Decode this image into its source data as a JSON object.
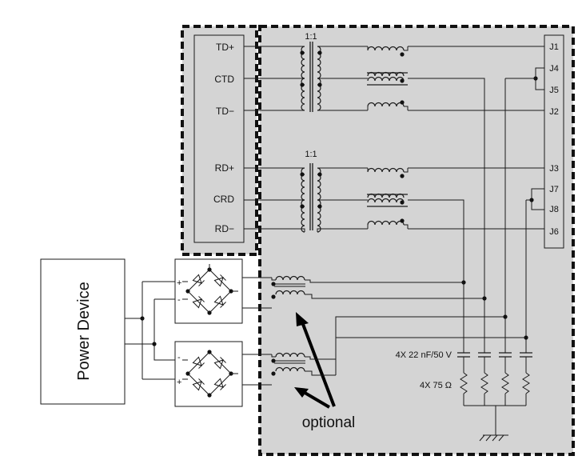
{
  "title": "",
  "phy": {
    "pins": [
      "TD+",
      "CTD",
      "TD−",
      "RD+",
      "CRD",
      "RD−"
    ]
  },
  "transformer_ratio": [
    "1:1",
    "1:1"
  ],
  "connector": {
    "pins": [
      "J1",
      "J4",
      "J5",
      "J2",
      "J3",
      "J7",
      "J8",
      "J6"
    ]
  },
  "power_device": {
    "label": "Power Device"
  },
  "components": {
    "capacitors": "4X 22 nF/50 V",
    "resistors": "4X 75 Ω"
  },
  "annotation": {
    "label": "optional"
  },
  "colors": {
    "module_fill": "#d4d4d4",
    "line": "#1a1a1a"
  },
  "icons": [
    "bridge-rectifier-icon",
    "transformer-icon",
    "common-mode-choke-icon",
    "ground-icon",
    "capacitor-icon",
    "resistor-icon"
  ]
}
